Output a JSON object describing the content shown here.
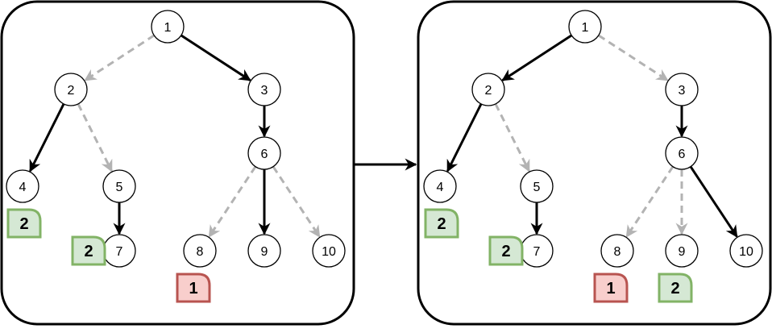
{
  "colors": {
    "solid_edge": "#000000",
    "dashed_edge": "#b3b3b3",
    "badge_green_fill": "#d5e8d4",
    "badge_green_stroke": "#82b366",
    "badge_red_fill": "#f8cecc",
    "badge_red_stroke": "#b85450"
  },
  "panels": [
    {
      "id": "left",
      "nodes": [
        "1",
        "2",
        "3",
        "4",
        "5",
        "6",
        "7",
        "8",
        "9",
        "10"
      ],
      "edges": [
        {
          "from": "1",
          "to": "2",
          "style": "dashed"
        },
        {
          "from": "1",
          "to": "3",
          "style": "solid"
        },
        {
          "from": "2",
          "to": "4",
          "style": "solid"
        },
        {
          "from": "2",
          "to": "5",
          "style": "dashed"
        },
        {
          "from": "3",
          "to": "6",
          "style": "solid"
        },
        {
          "from": "5",
          "to": "7",
          "style": "solid"
        },
        {
          "from": "6",
          "to": "8",
          "style": "dashed"
        },
        {
          "from": "6",
          "to": "9",
          "style": "solid"
        },
        {
          "from": "6",
          "to": "10",
          "style": "dashed"
        }
      ],
      "badges": [
        {
          "node": "4",
          "text": "2",
          "color": "green"
        },
        {
          "node": "7",
          "text": "2",
          "color": "green"
        },
        {
          "node": "8",
          "text": "1",
          "color": "red"
        }
      ]
    },
    {
      "id": "right",
      "nodes": [
        "1",
        "2",
        "3",
        "4",
        "5",
        "6",
        "7",
        "8",
        "9",
        "10"
      ],
      "edges": [
        {
          "from": "1",
          "to": "2",
          "style": "solid"
        },
        {
          "from": "1",
          "to": "3",
          "style": "dashed"
        },
        {
          "from": "2",
          "to": "4",
          "style": "solid"
        },
        {
          "from": "2",
          "to": "5",
          "style": "dashed"
        },
        {
          "from": "3",
          "to": "6",
          "style": "solid"
        },
        {
          "from": "5",
          "to": "7",
          "style": "solid"
        },
        {
          "from": "6",
          "to": "8",
          "style": "dashed"
        },
        {
          "from": "6",
          "to": "9",
          "style": "dashed"
        },
        {
          "from": "6",
          "to": "10",
          "style": "solid"
        }
      ],
      "badges": [
        {
          "node": "4",
          "text": "2",
          "color": "green"
        },
        {
          "node": "7",
          "text": "2",
          "color": "green"
        },
        {
          "node": "8",
          "text": "1",
          "color": "red"
        },
        {
          "node": "9",
          "text": "2",
          "color": "green"
        }
      ]
    }
  ],
  "transition_arrow": {
    "from": "left",
    "to": "right"
  }
}
